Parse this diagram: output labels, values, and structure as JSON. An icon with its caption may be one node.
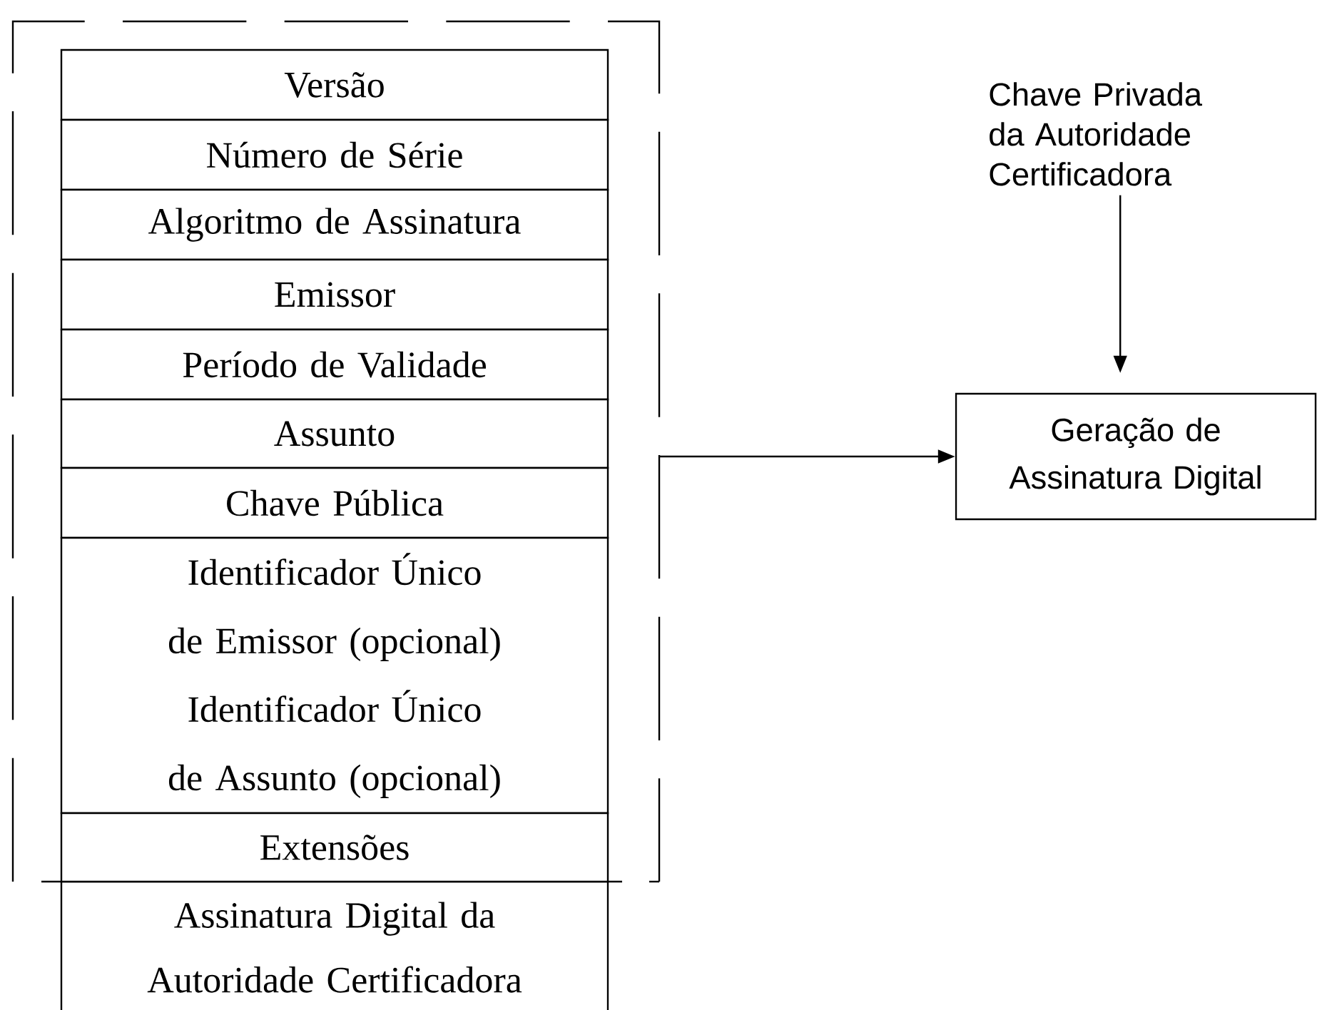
{
  "diagram": {
    "nodes": [
      {
        "text": [],
        "shape": "box"
      },
      {
        "text": [
          "Versão"
        ],
        "in": 0
      },
      {
        "text": [
          "Número de Série"
        ],
        "in": 0
      },
      {
        "text": [
          "Algoritmo de Assinatura"
        ],
        "in": 0
      },
      {
        "text": [
          "Emissor"
        ],
        "in": 0
      },
      {
        "text": [
          "Período de Validade"
        ],
        "in": 0
      },
      {
        "text": [
          "Assunto"
        ],
        "in": 0
      },
      {
        "text": [
          "Chave Pública"
        ],
        "in": 0
      },
      {
        "text": [
          "Identificador Único de Emissor (opcional)",
          "Identificador Único de Assunto (opcional)"
        ],
        "in": 0
      },
      {
        "text": [
          "Extensões"
        ],
        "in": 0
      },
      {
        "text": [
          "Assinatura Digital da Autoridade Certificadora"
        ]
      },
      {
        "text": [
          "Chave Privada da Autoridade Certificadora"
        ]
      },
      {
        "text": [
          "Geração de Assinatura Digital"
        ]
      }
    ],
    "edges": [
      {
        "from": 0,
        "to": 12,
        "arrow": "to"
      },
      {
        "from": 11,
        "to": 12,
        "arrow": "to"
      }
    ]
  }
}
